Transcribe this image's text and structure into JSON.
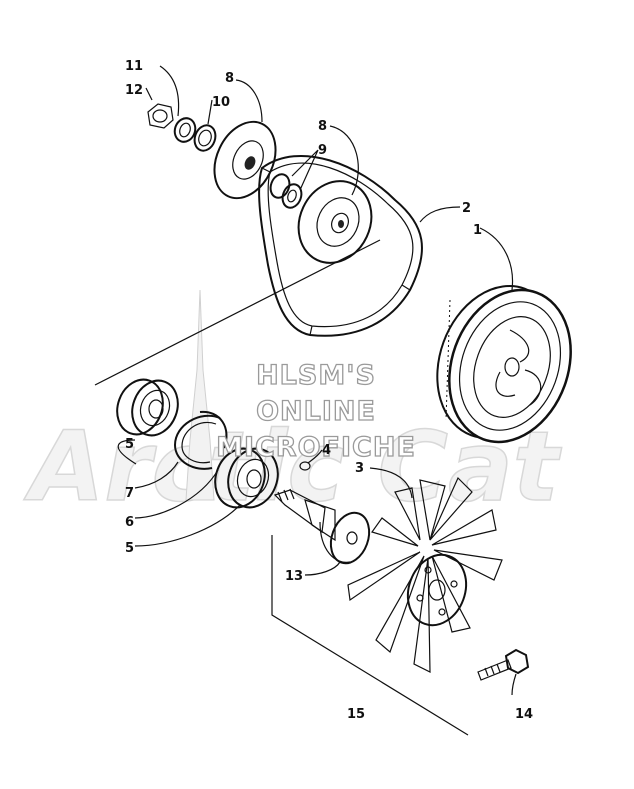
{
  "watermark": {
    "lines": [
      "HLSM'S",
      "ONLINE",
      "MICROFICHE"
    ],
    "logo_text": "Arctic Cat"
  },
  "callouts": [
    "1",
    "2",
    "3",
    "4",
    "5",
    "5",
    "6",
    "7",
    "8",
    "8",
    "9",
    "10",
    "11",
    "12",
    "13",
    "14",
    "15"
  ],
  "colors": {
    "line": "#111111",
    "watermark_stroke": "#9a9a9a",
    "background": "#ffffff"
  }
}
